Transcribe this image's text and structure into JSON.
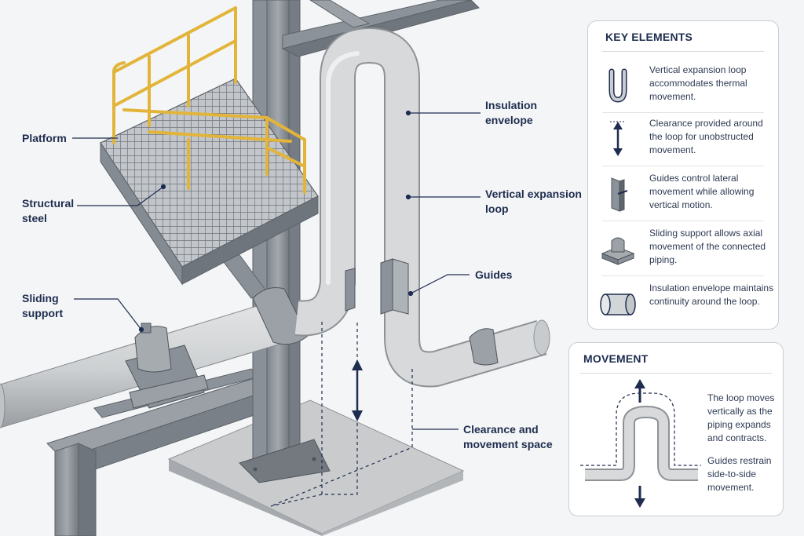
{
  "callouts": {
    "platform": "Platform",
    "structural_steel": "Structural\nsteel",
    "sliding_support": "Sliding\nsupport",
    "insulation_envelope": "Insulation\nenvelope",
    "vertical_expansion_loop": "Vertical expansion\nloop",
    "guides": "Guides",
    "clearance": "Clearance and\nmovement space"
  },
  "key_elements": {
    "title": "KEY ELEMENTS",
    "items": [
      {
        "icon": "u-loop-icon",
        "text": "Vertical expansion loop accommodates thermal movement."
      },
      {
        "icon": "double-arrow-icon",
        "text": "Clearance provided around the loop for unobstructed movement."
      },
      {
        "icon": "guide-plate-icon",
        "text": "Guides control lateral movement while allowing vertical motion."
      },
      {
        "icon": "sliding-support-icon",
        "text": "Sliding support allows axial movement of the connected piping."
      },
      {
        "icon": "insulated-pipe-icon",
        "text": "Insulation envelope maintains continuity around the loop."
      }
    ]
  },
  "movement": {
    "title": "MOVEMENT",
    "note1": "The loop moves vertically as the piping expands and contracts.",
    "note2": "Guides restrain side-to-side movement."
  },
  "colors": {
    "navy": "#1e2d4f",
    "steel": "#8a9097",
    "pipe": "#d3d5d7",
    "railing": "#e2b53a",
    "background": "#f4f5f6"
  }
}
